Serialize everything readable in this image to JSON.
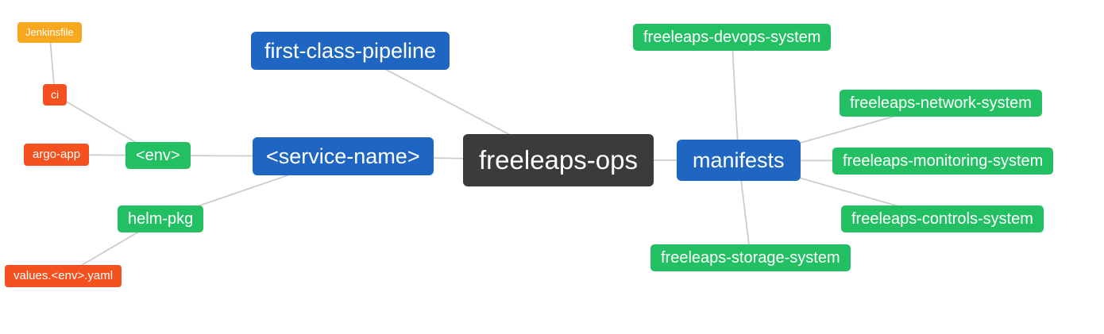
{
  "diagram": {
    "type": "mindmap",
    "edge_color": "#cccccc",
    "colors": {
      "root": "#3b3b39",
      "branch_blue": "#1f66c2",
      "leaf_green": "#22c063",
      "leaf_red": "#f4511e",
      "leaf_orange": "#f7a81f",
      "text": "#ffffff"
    },
    "nodes": {
      "freeleaps-ops": {
        "label": "freeleaps-ops",
        "color": "#3b3b39",
        "text_color": "#ffffff"
      },
      "first-class-pipeline": {
        "label": "first-class-pipeline",
        "color": "#1f66c2",
        "text_color": "#ffffff"
      },
      "service-name": {
        "label": "<service-name>",
        "color": "#1f66c2",
        "text_color": "#ffffff"
      },
      "manifests": {
        "label": "manifests",
        "color": "#1f66c2",
        "text_color": "#ffffff"
      },
      "env": {
        "label": "<env>",
        "color": "#22c063",
        "text_color": "#ffffff"
      },
      "helm-pkg": {
        "label": "helm-pkg",
        "color": "#22c063",
        "text_color": "#ffffff"
      },
      "ci": {
        "label": "ci",
        "color": "#f4511e",
        "text_color": "#ffffff"
      },
      "argo-app": {
        "label": "argo-app",
        "color": "#f4511e",
        "text_color": "#ffffff"
      },
      "jenkinsfile": {
        "label": "Jenkinsfile",
        "color": "#f7a81f",
        "text_color": "#ffffff"
      },
      "values-env-yaml": {
        "label": "values.<env>.yaml",
        "color": "#f4511e",
        "text_color": "#ffffff"
      },
      "freeleaps-devops-system": {
        "label": "freeleaps-devops-system",
        "color": "#22c063",
        "text_color": "#ffffff"
      },
      "freeleaps-network-system": {
        "label": "freeleaps-network-system",
        "color": "#22c063",
        "text_color": "#ffffff"
      },
      "freeleaps-monitoring-system": {
        "label": "freeleaps-monitoring-system",
        "color": "#22c063",
        "text_color": "#ffffff"
      },
      "freeleaps-controls-system": {
        "label": "freeleaps-controls-system",
        "color": "#22c063",
        "text_color": "#ffffff"
      },
      "freeleaps-storage-system": {
        "label": "freeleaps-storage-system",
        "color": "#22c063",
        "text_color": "#ffffff"
      }
    },
    "edges": [
      [
        "freeleaps-ops",
        "first-class-pipeline"
      ],
      [
        "freeleaps-ops",
        "service-name"
      ],
      [
        "freeleaps-ops",
        "manifests"
      ],
      [
        "service-name",
        "env"
      ],
      [
        "service-name",
        "helm-pkg"
      ],
      [
        "env",
        "argo-app"
      ],
      [
        "env",
        "ci"
      ],
      [
        "ci",
        "jenkinsfile"
      ],
      [
        "helm-pkg",
        "values-env-yaml"
      ],
      [
        "manifests",
        "freeleaps-devops-system"
      ],
      [
        "manifests",
        "freeleaps-network-system"
      ],
      [
        "manifests",
        "freeleaps-monitoring-system"
      ],
      [
        "manifests",
        "freeleaps-controls-system"
      ],
      [
        "manifests",
        "freeleaps-storage-system"
      ]
    ]
  }
}
